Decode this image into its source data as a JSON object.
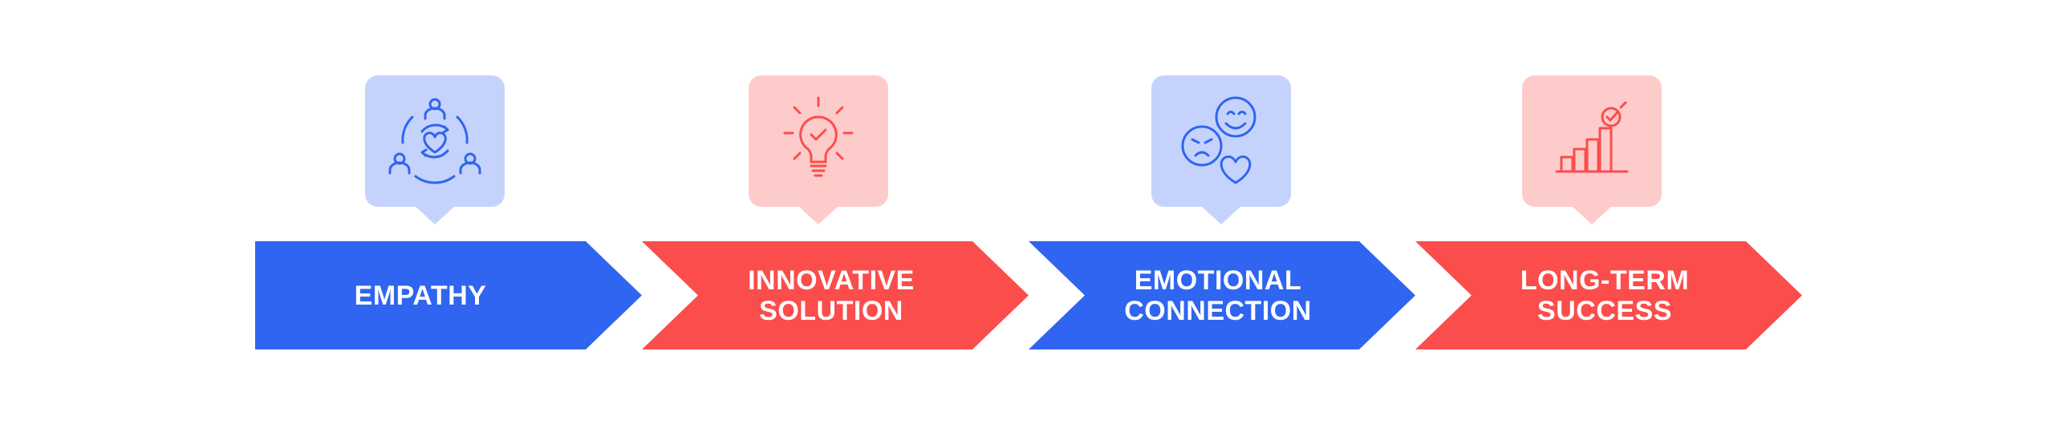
{
  "steps": [
    {
      "label": "EMPATHY",
      "icon": "people-heart-cycle-icon",
      "color": "#2f65f0"
    },
    {
      "label": "INNOVATIVE\nSOLUTION",
      "icon": "lightbulb-check-icon",
      "color": "#fb4d4c"
    },
    {
      "label": "EMOTIONAL\nCONNECTION",
      "icon": "emotion-faces-heart-icon",
      "color": "#2f65f0"
    },
    {
      "label": "LONG-TERM\nSUCCESS",
      "icon": "growth-chart-check-icon",
      "color": "#fb4d4c"
    }
  ],
  "colors": {
    "blue": "#2f65f0",
    "red": "#fb4d4c",
    "light_blue": "#c5d3fc",
    "light_red": "#fecbcb"
  }
}
